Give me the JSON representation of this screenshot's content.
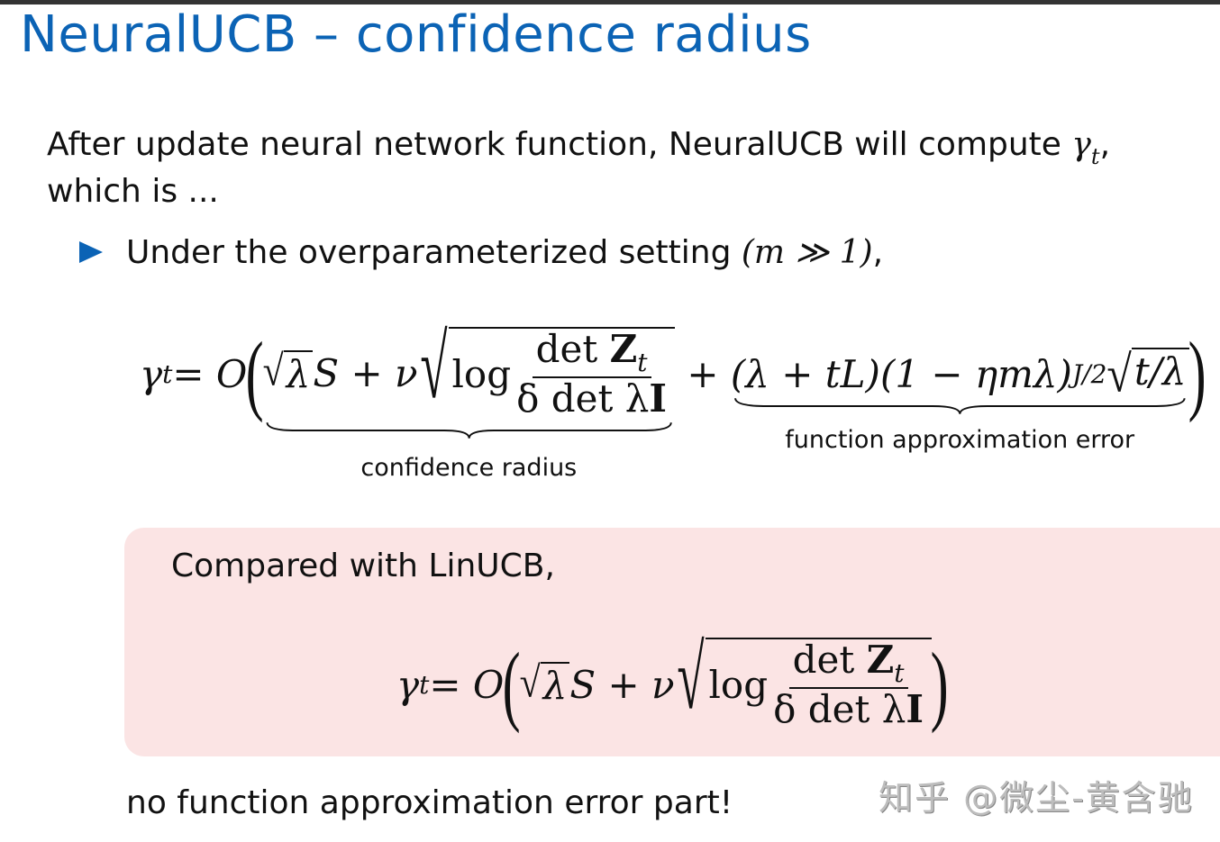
{
  "title": "NeuralUCB – confidence radius",
  "intro": {
    "line1_text": "After update neural network function, NeuralUCB will compute ",
    "line1_math": "γ",
    "line1_math_sub": "t",
    "line1_end": ",",
    "line2": "which is ..."
  },
  "bullet": {
    "text": "Under the overparameterized setting ",
    "math": "(m ≫ 1)",
    "end": ","
  },
  "formula1": {
    "gamma": "γ",
    "gamma_sub": "t",
    "eq": " = O",
    "lparen": "(",
    "rparen": ")",
    "sqrt_lambda": "λ",
    "S": "S",
    "plus": " + ",
    "nu": "ν",
    "log": "log",
    "num": "det ",
    "numZ": "Z",
    "num_sub": "t",
    "den": "δ det λ",
    "denI": "I",
    "plus2": " + ",
    "term2": "(λ + tL)(1 − ηmλ)",
    "term2_sup": "J/2",
    "sqrt2": "t/λ",
    "label1": "confidence radius",
    "label2": "function approximation error"
  },
  "box": {
    "heading": "Compared with LinUCB,",
    "background": "#fbe4e4"
  },
  "formula2": {
    "gamma": "γ",
    "gamma_sub": "t",
    "eq": " = O",
    "lparen": "(",
    "rparen": ")",
    "sqrt_lambda": "λ",
    "S": "S",
    "plus": " + ",
    "nu": "ν",
    "log": "log",
    "num": "det ",
    "numZ": "Z",
    "num_sub": "t",
    "den": "δ det λ",
    "denI": "I"
  },
  "footer": "no function approximation error part!",
  "watermark": "知乎 @微尘-黄含驰",
  "colors": {
    "title": "#0b63b5",
    "bullet": "#0b63b5",
    "topbar": "#333333"
  }
}
